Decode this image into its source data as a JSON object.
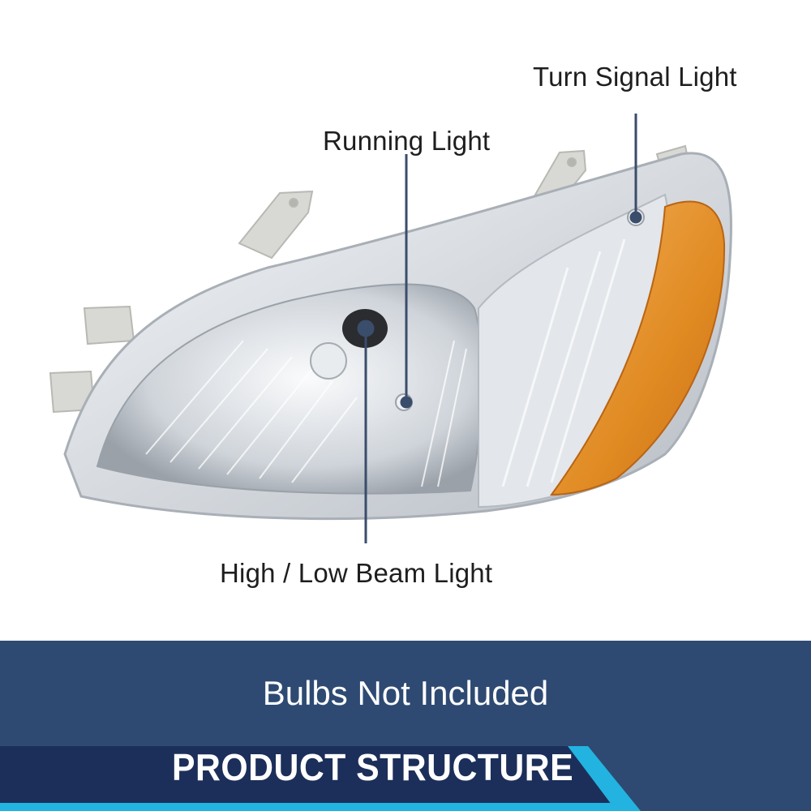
{
  "callouts": {
    "turn_signal": "Turn Signal Light",
    "running": "Running Light",
    "beam": "High / Low Beam Light"
  },
  "banner": {
    "note": "Bulbs Not Included",
    "title": "PRODUCT STRUCTURE"
  },
  "colors": {
    "banner_bg": "#2e4a73",
    "title_bar": "#1c2f5a",
    "accent": "#23b3e0",
    "amber": "#e08a22",
    "leader": "#3a4d6b"
  }
}
